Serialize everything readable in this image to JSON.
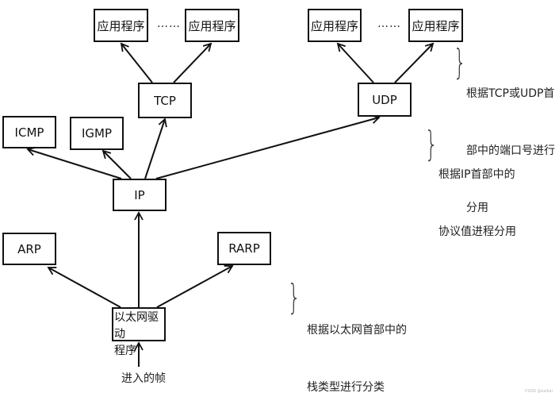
{
  "nodes": {
    "app1": "应用程序",
    "app2": "应用程序",
    "app3": "应用程序",
    "app4": "应用程序",
    "tcp": "TCP",
    "udp": "UDP",
    "icmp": "ICMP",
    "igmp": "IGMP",
    "ip": "IP",
    "arp": "ARP",
    "rarp": "RARP",
    "ethernet_line1": "以太网驱动",
    "ethernet_line2": "程序"
  },
  "ellipsis_left": "……",
  "ellipsis_right": "……",
  "incoming_frame": "进入的帧",
  "notes": {
    "transport": [
      "根据TCP或UDP首",
      "部中的端口号进行",
      "分用"
    ],
    "ip": [
      "根据IP首部中的",
      "协议值进程分用"
    ],
    "ethernet": [
      "根据以太网首部中的",
      "栈类型进行分类"
    ]
  },
  "brace_glyph": "}",
  "edges": [
    {
      "from": "ethernet",
      "to": "arp"
    },
    {
      "from": "ethernet",
      "to": "ip"
    },
    {
      "from": "ethernet",
      "to": "rarp"
    },
    {
      "from": "ip",
      "to": "icmp"
    },
    {
      "from": "ip",
      "to": "igmp"
    },
    {
      "from": "ip",
      "to": "tcp"
    },
    {
      "from": "ip",
      "to": "udp"
    },
    {
      "from": "tcp",
      "to": "app1"
    },
    {
      "from": "tcp",
      "to": "app2"
    },
    {
      "from": "udp",
      "to": "app3"
    },
    {
      "from": "udp",
      "to": "app4"
    },
    {
      "from": "incoming-frame",
      "to": "ethernet"
    }
  ],
  "watermark": "CSDN @kaikai"
}
